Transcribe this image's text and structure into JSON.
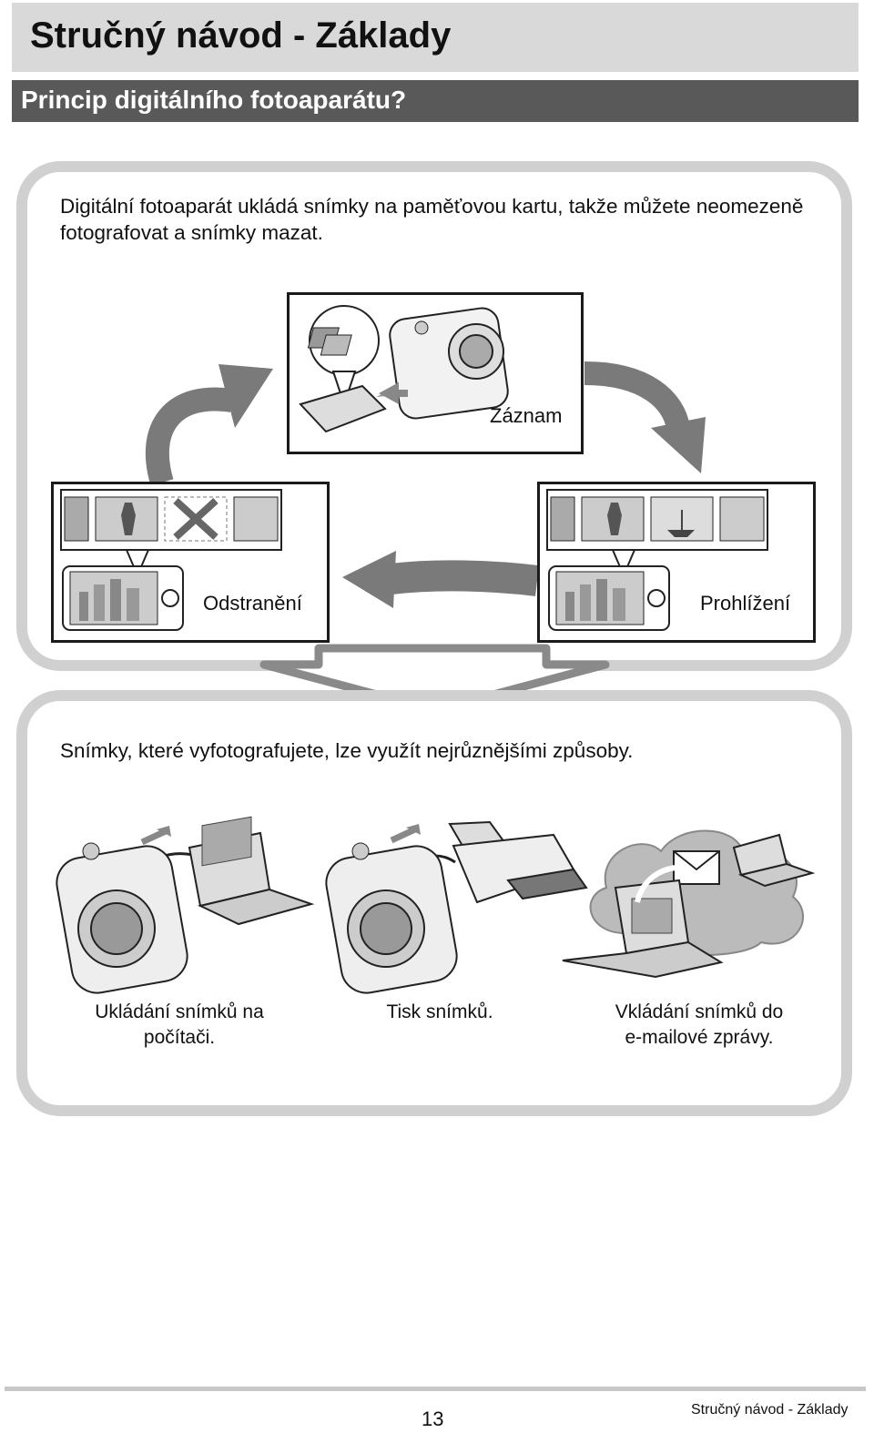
{
  "header": {
    "title": "Stručný návod - Základy",
    "section": "Princip digitálního fotoaparátu?"
  },
  "panel_top": {
    "intro": "Digitální fotoaparát ukládá snímky na paměťovou kartu, takže můžete neomezeně fotografovat a snímky mazat.",
    "record_label": "Záznam",
    "delete_label": "Odstranění",
    "view_label": "Prohlížení"
  },
  "panel_bottom": {
    "intro": "Snímky, které vyfotografujete, lze využít nejrůznějšími způsoby.",
    "captions": [
      "Ukládání snímků na\npočítači.",
      "Tisk snímků.",
      "Vkládání snímků do\ne-mailové zprávy."
    ]
  },
  "footer": {
    "page_number": "13",
    "running_title": "Stručný návod - Základy"
  },
  "colors": {
    "title_bar": "#d9d9d9",
    "section_bar": "#595959",
    "panel_border": "#d0d0d0",
    "arrow": "#7a7a7a"
  }
}
